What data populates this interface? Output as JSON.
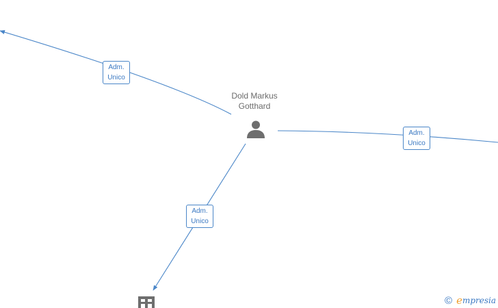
{
  "graph": {
    "center_node": {
      "name_line1": "Dold Markus",
      "name_line2": "Gotthard",
      "icon": "person-icon"
    },
    "edges": [
      {
        "id": "top-left",
        "role_line1": "Adm.",
        "role_line2": "Unico"
      },
      {
        "id": "right",
        "role_line1": "Adm.",
        "role_line2": "Unico"
      },
      {
        "id": "bottom",
        "role_line1": "Adm.",
        "role_line2": "Unico"
      }
    ],
    "company_node": {
      "icon": "building-icon"
    }
  },
  "brand": {
    "copyright": "©",
    "initial": "e",
    "rest": "mpresia"
  },
  "colors": {
    "edge": "#4a86c8",
    "label_text": "#3a78c2",
    "node_icon": "#6e6e6e",
    "node_text": "#6b6b6b",
    "brand_accent": "#f0a030"
  }
}
